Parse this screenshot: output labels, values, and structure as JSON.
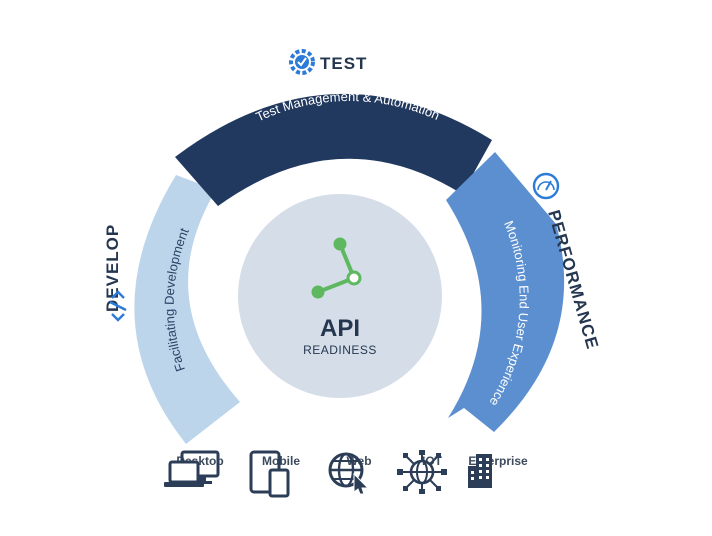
{
  "stages": {
    "test": {
      "title": "TEST",
      "band": "Test Management & Automation",
      "icon": "gear-check-icon"
    },
    "develop": {
      "title": "DEVELOP",
      "band": "Facilitating Development",
      "icon": "code-brackets-icon"
    },
    "performance": {
      "title": "PERFORMANCE",
      "band": "Monitoring End User Experience",
      "icon": "speedometer-icon"
    }
  },
  "center": {
    "title": "API",
    "subtitle": "READINESS",
    "icon": "api-node-icon"
  },
  "platforms": [
    {
      "label": "Desktop",
      "icon": "desktop-icon"
    },
    {
      "label": "Mobile",
      "icon": "mobile-icon"
    },
    {
      "label": "Web",
      "icon": "web-globe-icon"
    },
    {
      "label": "IOT",
      "icon": "iot-network-icon"
    },
    {
      "label": "Enterprise",
      "icon": "enterprise-building-icon"
    }
  ],
  "colors": {
    "test_band": "#21385f",
    "develop_band": "#bcd5ea",
    "performance_band": "#5b8fcf",
    "center_circle": "#d5dee8",
    "accent_green": "#5db85f",
    "dark_text": "#253750"
  }
}
